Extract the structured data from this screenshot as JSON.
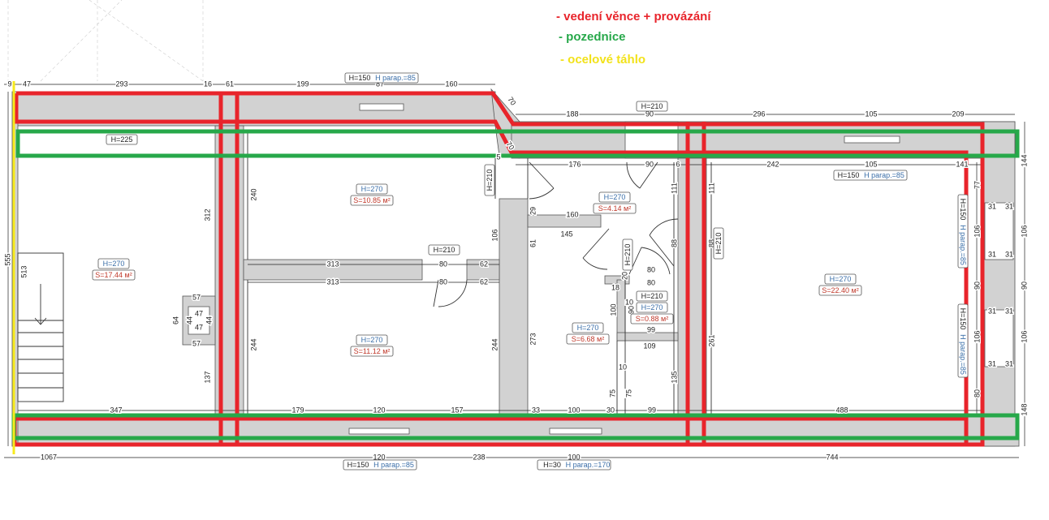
{
  "legend": {
    "items": [
      {
        "label": "- vedení věnce + provázání",
        "color": "#e8242b"
      },
      {
        "label": "- pozednice",
        "color": "#27a84a"
      },
      {
        "label": "- ocelové táhlo",
        "color": "#f7ea1c"
      }
    ]
  },
  "rooms": [
    {
      "h": "H=270",
      "s": "S=17.44 м²"
    },
    {
      "h": "H=270",
      "s": "S=10.85 м²"
    },
    {
      "h": "H=270",
      "s": "S=11.12 м²"
    },
    {
      "h": "H=270",
      "s": "S=4.14 м²"
    },
    {
      "h": "H=270",
      "s": "S=6.68 м²"
    },
    {
      "h": "H=270",
      "s": "S=0.88 м²"
    },
    {
      "h": "H=270",
      "s": "S=22.40 м²"
    }
  ],
  "openings": [
    {
      "h": "H=225"
    },
    {
      "h": "H=150",
      "parapet": "H parap.=85"
    },
    {
      "h": "H=210"
    },
    {
      "h": "H=150",
      "parapet": "H parap.=85"
    },
    {
      "h": "H=210"
    },
    {
      "h": "H=210"
    },
    {
      "h": "H=210"
    },
    {
      "h": "H=210"
    },
    {
      "h": "H=210"
    },
    {
      "h": "H=150",
      "parapet": "H parap.=85"
    },
    {
      "h": "H=30",
      "parapet": "H parap.=170"
    },
    {
      "h": "H=150",
      "parapet": "H parap.=85"
    },
    {
      "h": "H=150",
      "parapet": "H parap.=85"
    }
  ],
  "dims": [
    "9",
    "47",
    "293",
    "16",
    "61",
    "199",
    "87",
    "160",
    "188",
    "90",
    "296",
    "105",
    "209",
    "176",
    "90",
    "6",
    "242",
    "105",
    "141",
    "144",
    "555",
    "513",
    "312",
    "240",
    "244",
    "137",
    "106",
    "244",
    "273",
    "61",
    "29",
    "111",
    "111",
    "88",
    "88",
    "261",
    "135",
    "100",
    "90",
    "313",
    "80",
    "62",
    "313",
    "80",
    "62",
    "160",
    "145",
    "80",
    "80",
    "99",
    "109",
    "57",
    "57",
    "47",
    "47",
    "64",
    "347",
    "179",
    "120",
    "157",
    "33",
    "100",
    "30",
    "99",
    "488",
    "1067",
    "120",
    "238",
    "100",
    "744",
    "77",
    "106",
    "90",
    "106",
    "80",
    "106",
    "90",
    "106",
    "148",
    "10",
    "75",
    "75",
    "70",
    "70",
    "5",
    "31",
    "31",
    "31",
    "31",
    "31",
    "31",
    "31",
    "31",
    "20",
    "18",
    "10",
    "44",
    "44"
  ]
}
